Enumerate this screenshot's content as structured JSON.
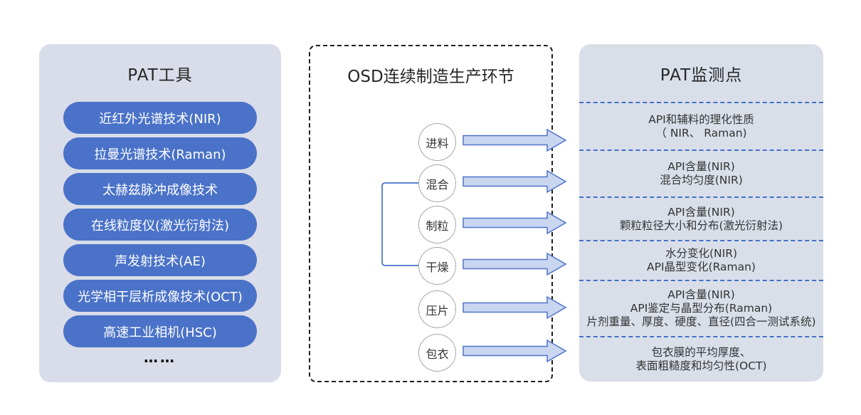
{
  "left_panel": {
    "title": "PAT工具",
    "tools": [
      "近红外光谱技术(NIR)",
      "拉曼光谱技术(Raman)",
      "太赫兹脉冲成像技术",
      "在线粒度仪(激光衍射法)",
      "声发射技术(AE)",
      "光学相干层析成像技术(OCT)",
      "高速工业相机(HSC)"
    ],
    "ellipsis": "……"
  },
  "process_panel": {
    "title": "OSD连续制造生产环节",
    "steps": [
      "进料",
      "混合",
      "制粒",
      "干燥",
      "压片",
      "包衣"
    ],
    "bracket_connects": [
      "混合",
      "干燥"
    ]
  },
  "right_panel": {
    "title": "PAT监测点",
    "rows": [
      {
        "lines": [
          "API和辅料的理化性质",
          "（ NIR、 Raman)"
        ]
      },
      {
        "lines": [
          "API含量(NIR)",
          "混合均匀度(NIR)"
        ]
      },
      {
        "lines": [
          "API含量(NIR)",
          "颗粒粒径大小和分布(激光衍射法)"
        ]
      },
      {
        "lines": [
          "水分变化(NIR)",
          "API晶型变化(Raman)"
        ]
      },
      {
        "lines": [
          "API含量(NIR)",
          "API鉴定与晶型分布(Raman)",
          "片剂重量、厚度、硬度、直径(四合一测试系统)"
        ]
      },
      {
        "lines": [
          "包衣膜的平均厚度、",
          "表面粗糙度和均匀性(OCT)"
        ]
      }
    ]
  },
  "colors": {
    "panel_bg": "#d9dde9",
    "pill_bg": "#4a72c8",
    "pill_text": "#ffffff",
    "arrow_fill": "#c9d6f0",
    "arrow_stroke": "#4e73c9",
    "bracket_stroke": "#4a72c8",
    "separator_dash": "#4470c8",
    "dashed_box_border": "#1f1f1f",
    "title_text": "#262626",
    "body_text": "#333333"
  }
}
